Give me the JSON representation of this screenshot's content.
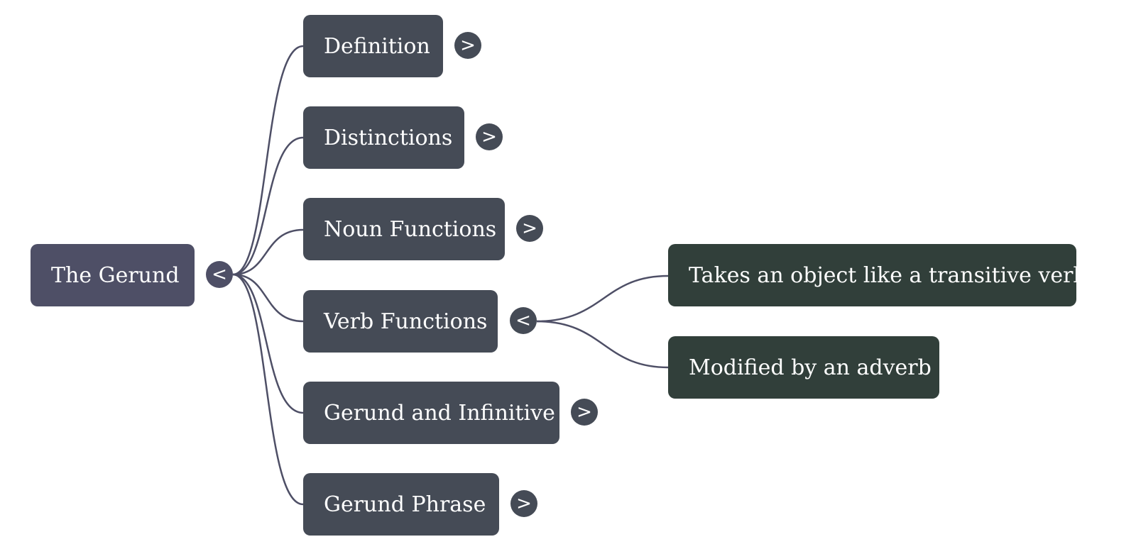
{
  "mindmap": {
    "colors": {
      "root": "#4e4f66",
      "branch": "#454b56",
      "leaf": "#313f3a",
      "connector": "#4e4f66",
      "text": "#ffffff"
    },
    "root": {
      "label": "The Gerund",
      "toggle": "<"
    },
    "branches": [
      {
        "label": "Definition",
        "toggle": ">"
      },
      {
        "label": "Distinctions",
        "toggle": ">"
      },
      {
        "label": "Noun Functions",
        "toggle": ">"
      },
      {
        "label": "Verb Functions",
        "toggle": "<",
        "children": [
          {
            "label": "Takes an object like a transitive verb"
          },
          {
            "label": "Modified by an adverb"
          }
        ]
      },
      {
        "label": "Gerund and Infinitive",
        "toggle": ">"
      },
      {
        "label": "Gerund Phrase",
        "toggle": ">"
      }
    ]
  }
}
